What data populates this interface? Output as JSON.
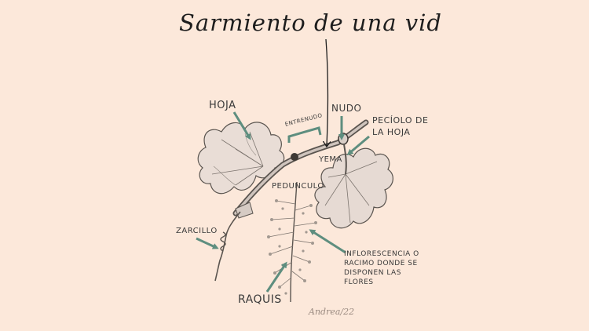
{
  "title": "Sarmiento de una vid",
  "labels": {
    "hoja": "HOJA",
    "nudo": "NUDO",
    "entrenudo": "ENTRENUDO",
    "peciolo": "PECÍOLO DE LA HOJA",
    "yema": "YEMA",
    "pedunculo": "PEDUNCULO",
    "zarcillo": "ZARCILLO",
    "inflorescencia": "INFLORESCENCIA O RACIMO DONDE SE DISPONEN LAS FLORES",
    "raquis": "RAQUIS"
  },
  "signature": "Andrea/22",
  "colors": {
    "background": "#fce8da",
    "arrow": "#5e8e7f",
    "ink": "#2b2b2b",
    "sketch": "#6b6560"
  }
}
